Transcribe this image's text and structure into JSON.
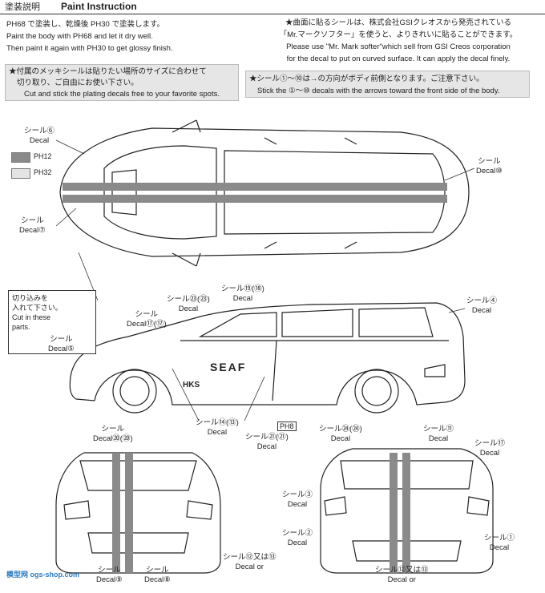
{
  "header": {
    "jp_title": "塗装説明",
    "en_title": "Paint Instruction"
  },
  "paint_note": {
    "jp": "PH68 で塗装し、乾燥後 PH30 で塗装します。",
    "en1": "Paint the body with PH68 and let it dry well.",
    "en2": "Then paint it again with PH30 to get glossy finish."
  },
  "decal_note": {
    "jp1": "★曲面に貼るシールは、株式会社GSIクレオスから発売されている",
    "jp2": "「Mr.マークソフター」を使うと、よりきれいに貼ることができます。",
    "en1": "Please use \"Mr. Mark softer\"which sell from GSI Creos corporation",
    "en2": "for the decal to put on curved surface. It can apply the decal finely."
  },
  "plating_note": {
    "jp1": "★付属のメッキシールは貼りたい場所のサイズに合わせて",
    "jp2": "切り取り、ご自由にお使い下さい。",
    "en": "Cut and stick the plating decals free to your favorite spots."
  },
  "arrow_note": {
    "jp": "★シール①～⑩は→の方向がボディ前側となります。ご注意下さい。",
    "en": "Stick the ①～⑩ decals with the arrows toward the front side of the body."
  },
  "swatches": [
    {
      "code": "PH12",
      "color": "#8a8a8a"
    },
    {
      "code": "PH32",
      "color": "#e4e4e4"
    }
  ],
  "cut_box": {
    "jp1": "切り込みを",
    "jp2": "入れて下さい。",
    "en1": "Cut in these",
    "en2": "parts."
  },
  "callouts": {
    "c6": {
      "jp": "シール",
      "en": "Decal",
      "num": "⑥"
    },
    "c7": {
      "jp": "シール",
      "en": "Decal",
      "num": "⑦"
    },
    "c10": {
      "jp": "シール",
      "en": "Decal",
      "num": "⑩"
    },
    "c5": {
      "jp": "シール",
      "en": "Decal",
      "num": "⑤"
    },
    "c4": {
      "jp": "シール",
      "en": "Decal",
      "num": "④"
    },
    "c17": {
      "jp": "シール",
      "en": "Decal",
      "num": "⑰(⑰)"
    },
    "c23": {
      "jp": "シール",
      "en": "Decal",
      "num": "㉓(㉓)"
    },
    "c19": {
      "jp": "シール",
      "en": "Decal",
      "num": "⑲(⑱)"
    },
    "c20": {
      "jp": "シール",
      "en": "Decal",
      "num": "⑳(⑳)"
    },
    "c14": {
      "jp": "シール",
      "en": "Decal",
      "num": "⑭(⑬)"
    },
    "c21": {
      "jp": "シール",
      "en": "Decal",
      "num": "㉑(㉑)"
    },
    "c24": {
      "jp": "シール",
      "en": "Decal",
      "num": "㉔(㉔)"
    },
    "c11": {
      "jp": "シール",
      "en": "Decal",
      "num": "⑪"
    },
    "c17b": {
      "jp": "シール",
      "en": "Decal",
      "num": "⑰"
    },
    "c3": {
      "jp": "シール",
      "en": "Decal",
      "num": "③"
    },
    "c2": {
      "jp": "シール",
      "en": "Decal",
      "num": "②"
    },
    "c1": {
      "jp": "シール",
      "en": "Decal",
      "num": "①"
    },
    "c9": {
      "jp": "シール",
      "en": "Decal",
      "num": "⑨"
    },
    "c8": {
      "jp": "シール",
      "en": "Decal",
      "num": "⑧"
    },
    "c12a": {
      "jp": "シール",
      "en": "Decal",
      "num": "⑫",
      "or_jp": "又は",
      "or_en": "or",
      "num2": "⑬"
    },
    "c12b": {
      "jp": "シール",
      "en": "Decal",
      "num": "⑫",
      "or_jp": "又は",
      "or_en": "or",
      "num2": "⑬"
    }
  },
  "ph8_label": "PH8",
  "side_text": {
    "seaf": "SEAF",
    "hks": "HKS"
  },
  "watermark": "模型网 ogs-shop.com"
}
